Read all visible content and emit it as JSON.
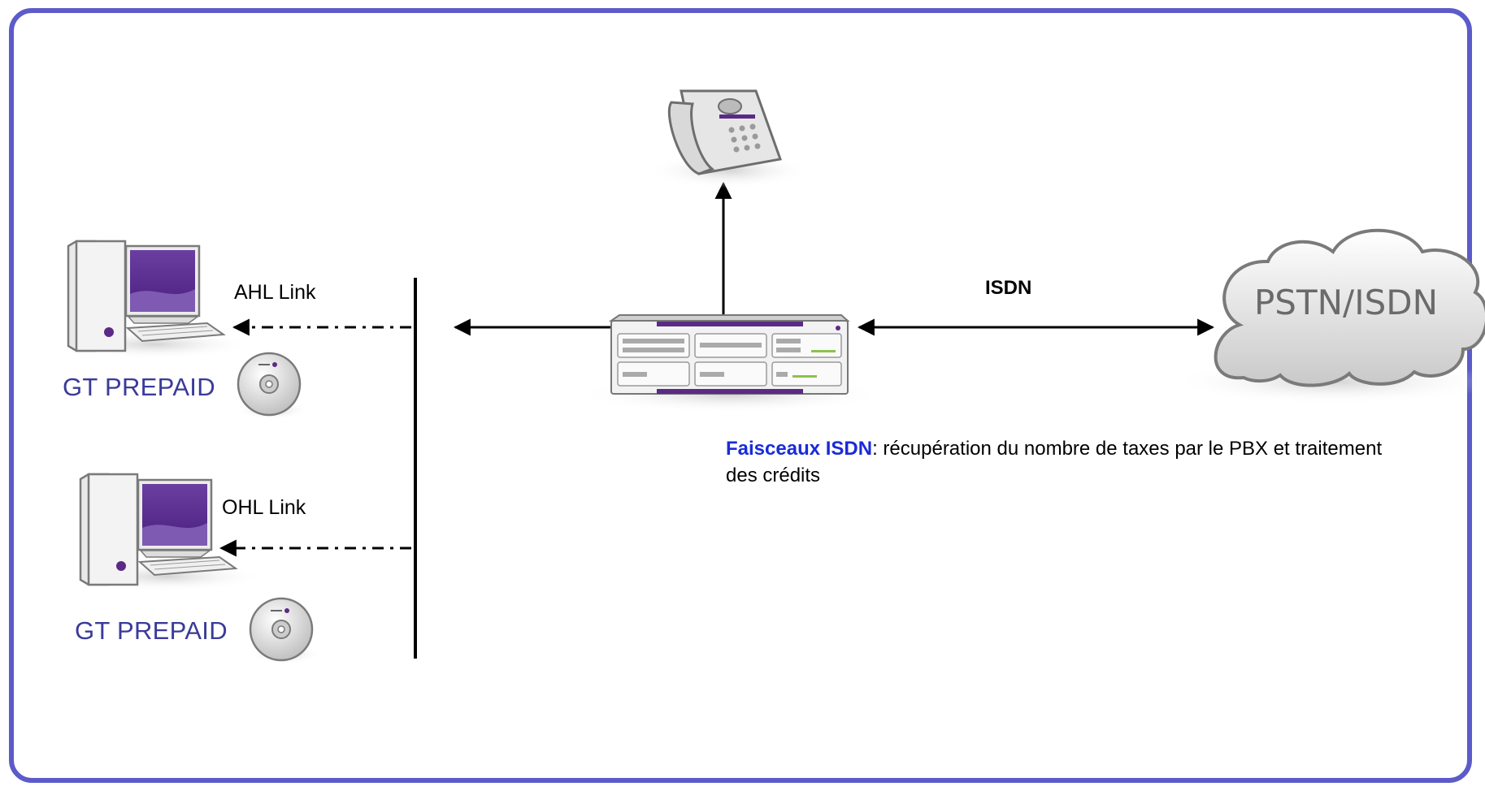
{
  "frame": {
    "border_color": "#5b5bc9"
  },
  "nodes": {
    "phone": {
      "icon": "desk-phone-icon"
    },
    "pbx": {
      "icon": "pbx-switch-icon",
      "accent": "#5b2a86"
    },
    "cloud": {
      "label": "PSTN/ISDN",
      "icon": "cloud-icon"
    },
    "pc_top": {
      "icon": "desktop-computer-icon",
      "label": "GT PREPAID",
      "disc_icon": "cd-disc-icon"
    },
    "pc_bottom": {
      "icon": "desktop-computer-icon",
      "label": "GT PREPAID",
      "disc_icon": "cd-disc-icon"
    }
  },
  "links": {
    "ahl": "AHL Link",
    "ohl": "OHL Link",
    "isdn": "ISDN"
  },
  "note": {
    "highlight": "Faisceaux ISDN",
    "text": ":  récupération du nombre de taxes par le PBX et traitement des crédits",
    "highlight_color": "#1a2bd8"
  },
  "colors": {
    "label_blue": "#3a3a9a",
    "purple": "#5b2a86"
  }
}
